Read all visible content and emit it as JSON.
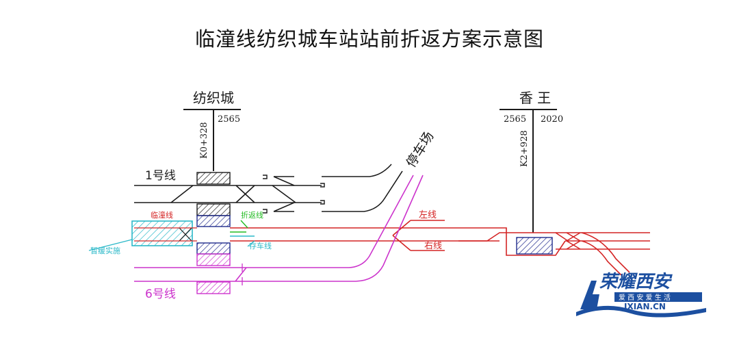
{
  "title": "临潼线纺织城车站站前折返方案示意图",
  "stations": [
    {
      "name": "纺织城",
      "km": "K0+328",
      "span": "2565"
    },
    {
      "name": "香 王",
      "km": "K2+928",
      "span_left": "2565",
      "span_right": "2020"
    }
  ],
  "lines": {
    "line1": "1号线",
    "line6": "6号线",
    "lintong": "临潼线",
    "zhefan": "折返线",
    "chuche": "存车线",
    "zanhuan": "暂缓实施",
    "left": "左线",
    "right": "右线",
    "depot": "停车场"
  },
  "colors": {
    "black": "#1a1a1a",
    "red": "#d42424",
    "magenta": "#cc33cc",
    "cyan": "#2ab8c8",
    "green": "#22bb22",
    "navy": "#1f2a8c",
    "logo_blue": "#1c4fa0"
  },
  "watermark": {
    "brand": "荣耀西安",
    "slogan": "爱 西 安 爱 生 活",
    "domain": "IXIAN.CN"
  }
}
